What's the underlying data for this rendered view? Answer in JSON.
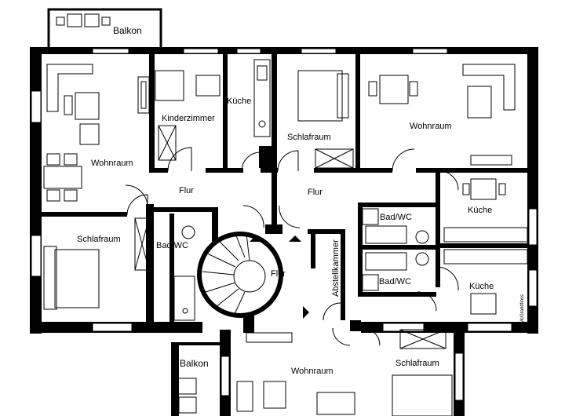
{
  "rooms": {
    "balkon_top": "Balkon",
    "balkon_bottom": "Balkon",
    "wohnraum_left": "Wohnraum",
    "kinderzimmer": "Kinderzimmer",
    "kueche_top": "Küche",
    "schlafraum_top": "Schlafraum",
    "wohnraum_top_right": "Wohnraum",
    "flur_left": "Flur",
    "flur_mid": "Flur",
    "kueche_right_top": "Küche",
    "bad_right_top": "Bad/WC",
    "schlafraum_left": "Schlafraum",
    "bad_left": "Bad/WC",
    "flur_stair": "Flur",
    "abstellkammer": "Abstellkammer",
    "bad_right_bottom": "Bad/WC",
    "kueche_right_bottom": "Küche",
    "wohnraum_bottom": "Wohnraum",
    "schlafraum_bottom": "Schlafraum"
  },
  "credit": "McGrandfinss",
  "colors": {
    "wall": "#000000",
    "background": "#ffffff"
  }
}
